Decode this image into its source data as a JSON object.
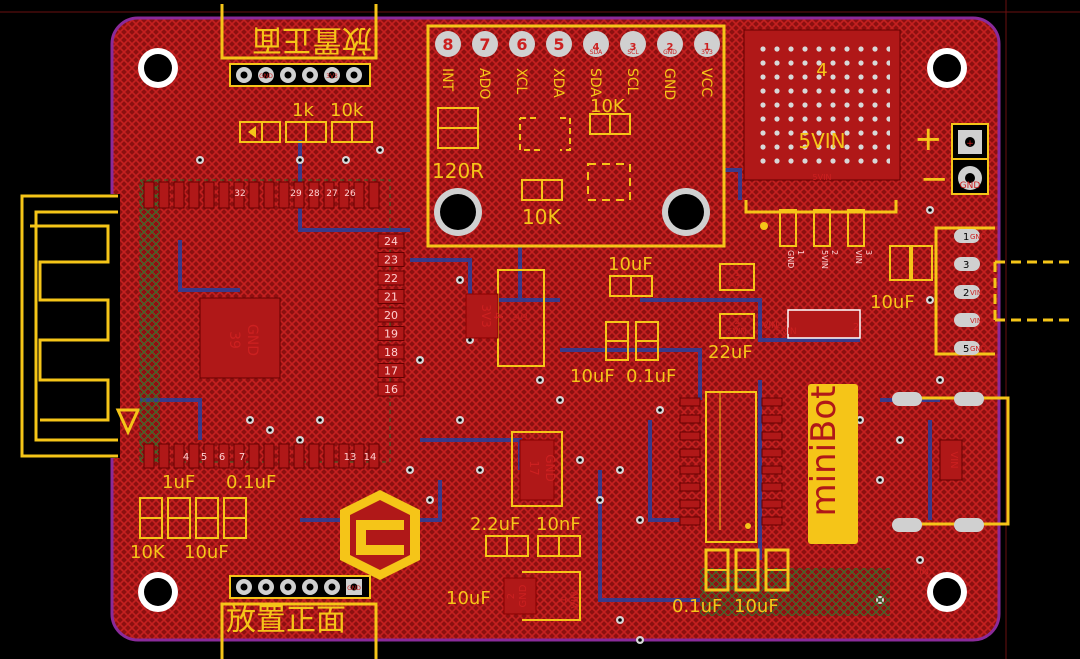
{
  "colors": {
    "background": "#000000",
    "board_outline": "#8a2a9a",
    "copper": "#b01818",
    "silkscreen": "#f5c518",
    "pad": "#d0d0d0",
    "trace": "#3a3a8a",
    "logo_background": "#f5c518"
  },
  "board": {
    "brand": "miniBot",
    "top_header_label": "放置正面",
    "bottom_header_label": "放置正面",
    "top_header_pins": [
      "",
      "GND",
      "",
      "",
      "3V3",
      ""
    ],
    "bottom_header_pins": [
      "",
      "",
      "",
      "",
      "",
      "GND"
    ]
  },
  "imu_module": {
    "pin_numbers": [
      "8",
      "7",
      "6",
      "5",
      "4",
      "3",
      "2",
      "1"
    ],
    "pad_labels": [
      "",
      "",
      "",
      "",
      "SDA",
      "SCL",
      "GND",
      "3V3"
    ],
    "pin_names": [
      "INT",
      "ADO",
      "XCL",
      "XDA",
      "SDA",
      "SCL",
      "GND",
      "VCC"
    ],
    "resistors": [
      "10K",
      "120R",
      "10K"
    ]
  },
  "power_module": {
    "number": "4",
    "label": "5VIN",
    "pin_label": "5VIN",
    "regulator_pins": [
      "GND\n1",
      "5VIN\n2",
      "VIN\n3"
    ]
  },
  "battery_connector": {
    "plus": "+",
    "minus": "−",
    "pin_labels": [
      "+",
      "GND"
    ]
  },
  "servo_header": {
    "pins": [
      {
        "number": "1",
        "name": "GND"
      },
      {
        "number": "3",
        "name": ""
      },
      {
        "number": "2",
        "name": "VIN"
      },
      {
        "number": "",
        "name": "VIN"
      },
      {
        "number": "5",
        "name": "GND"
      }
    ]
  },
  "esp_module": {
    "left_pins": [
      "32",
      "",
      "29",
      "28",
      "27",
      "26"
    ],
    "right_pins": [
      "24",
      "23",
      "22",
      "21",
      "20",
      "19",
      "18",
      "17",
      "16"
    ],
    "bottom_pins": [
      "4",
      "5",
      "6",
      "7",
      "13",
      "14"
    ],
    "center_pad": "GND",
    "center_number": "39"
  },
  "components": {
    "r_1k": "1k",
    "r_10k": "10k",
    "c_10uf_a": "10uF",
    "c_10uf_b": "10uF",
    "c_01uf_a": "0.1uF",
    "c_22uf": "22uF",
    "c_10uf_c": "10uF",
    "c_10uf_d": "10uF",
    "c_1uf": "1uF",
    "c_01uf_b": "0.1uF",
    "r_10k_b": "10K",
    "c_10uf_e": "10uF",
    "c_22uf_b": "2.2uF",
    "c_10nf": "10nF",
    "c_10uf_f": "10uF",
    "c_01uf_c": "0.1uF",
    "c_10uf_g": "10uF",
    "ldo_label": "3V3",
    "ldo_num": "4",
    "ic_gnd": "GND",
    "ic_num": "17",
    "reg1_pin": "1",
    "reg1_gnd": "GND",
    "reg2_2": "2",
    "reg2_5vin": "5VIN",
    "vin_label": "VIN",
    "reg3_2": "2",
    "misc_5vin": "5VIN",
    "ldo2_2": "2",
    "ldo2_gnd": "GND",
    "ldo2_1": "1",
    "ldo2_vin": "VIN",
    "switch_vin": "VIN",
    "usb_vin": "VIN"
  }
}
